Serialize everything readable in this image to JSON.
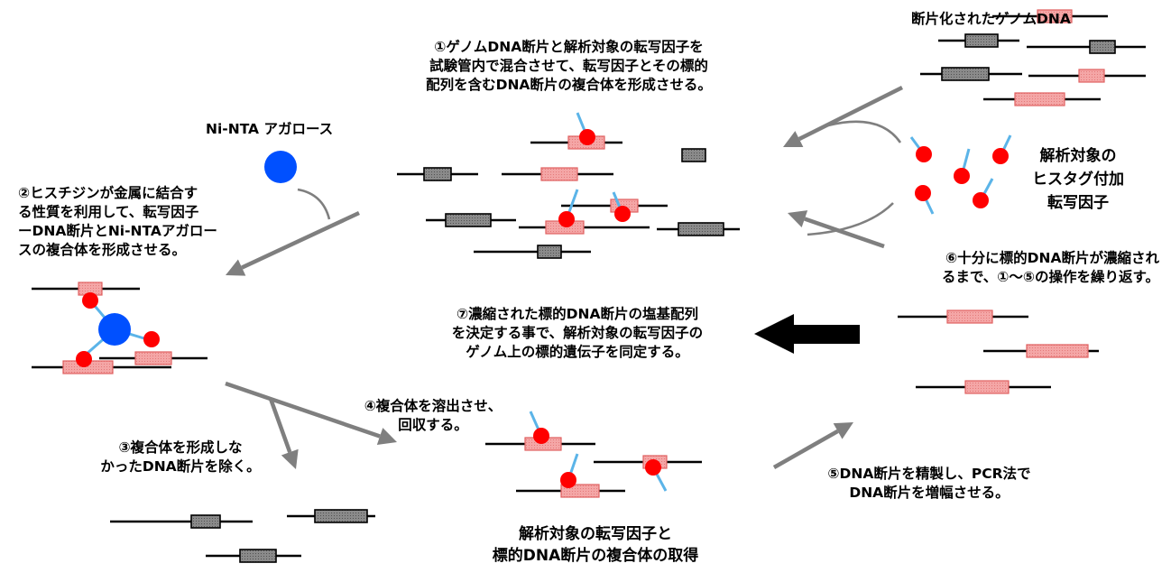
{
  "labels": {
    "fragmented_genome": "断片化されたゲノムDNA",
    "ni_nta": "Ni-NTA アガロース",
    "target_tf": [
      "解析対象の",
      "ヒスタグ付加",
      "転写因子"
    ],
    "result": [
      "解析対象の転写因子と",
      "標的DNA断片の複合体の取得"
    ]
  },
  "steps": {
    "s1": [
      "①ゲノムDNA断片と解析対象の転写因子を",
      "試験管内で混合させて、転写因子とその標的",
      "配列を含むDNA断片の複合体を形成させる。"
    ],
    "s2": [
      "②ヒスチジンが金属に結合す",
      "る性質を利用して、転写因子",
      "ーDNA断片とNi-NTAアガロー",
      "スの複合体を形成させる。"
    ],
    "s3": [
      "③複合体を形成しな",
      "かったDNA断片を除く。"
    ],
    "s4": [
      "④複合体を溶出させ、",
      "回収する。"
    ],
    "s5": [
      "⑤DNA断片を精製し、PCR法で",
      "DNA断片を増幅させる。"
    ],
    "s6": [
      "⑥十分に標的DNA断片が濃縮され",
      "るまで、①～⑤の操作を繰り返す。"
    ],
    "s7": [
      "⑦濃縮された標的DNA断片の塩基配列",
      "を決定する事で、解析対象の転写因子の",
      "ゲノム上の標的遺伝子を同定する。"
    ]
  },
  "colors": {
    "dna_line": "#000000",
    "fragment_gray": "#7f7f7f",
    "fragment_pink": "#f4a6a6",
    "fragment_pink_edge": "#e06060",
    "protein_red": "#ff0000",
    "his_tag": "#5bb4e8",
    "bead_blue": "#0050ff",
    "arrow_gray": "#7f7f7f",
    "arrow_black": "#000000"
  }
}
